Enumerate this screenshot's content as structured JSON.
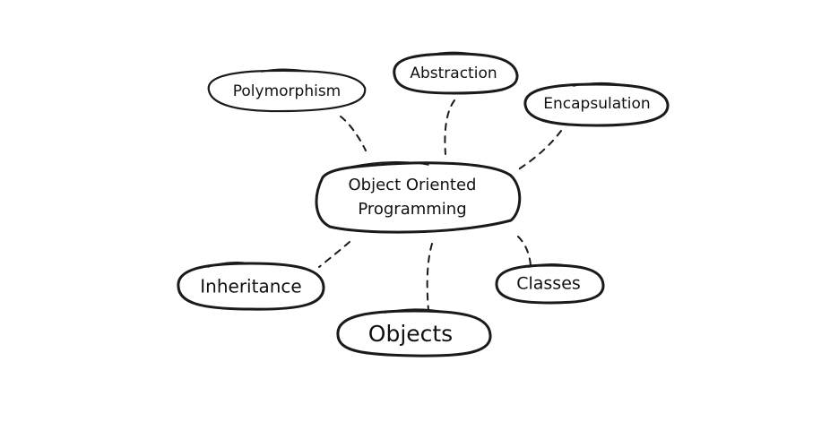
{
  "diagram": {
    "center": {
      "line1": "Object Oriented",
      "line2": "Programming"
    },
    "nodes": {
      "polymorphism": "Polymorphism",
      "abstraction": "Abstraction",
      "encapsulation": "Encapsulation",
      "inheritance": "Inheritance",
      "objects": "Objects",
      "classes": "Classes"
    },
    "stroke_color": "#1a1a1a",
    "fill_color": "#ffffff"
  }
}
